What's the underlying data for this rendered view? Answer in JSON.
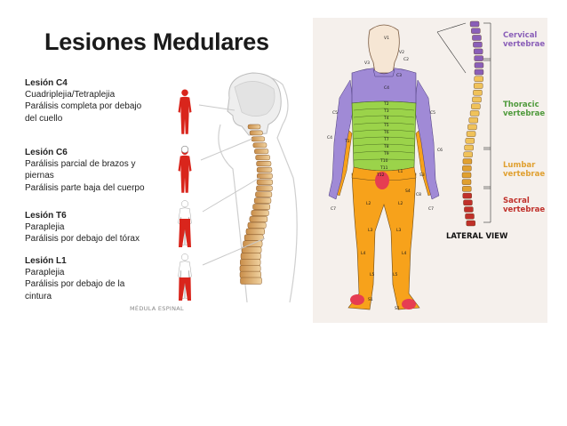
{
  "slide": {
    "title": "Lesiones Medulares",
    "lesions": [
      {
        "name": "Lesión C4",
        "lines": [
          "Cuadriplejia/Tetraplejia",
          "Parálisis completa por debajo",
          "del cuello"
        ]
      },
      {
        "name": "Lesión C6",
        "lines": [
          "Parálisis parcial de brazos y",
          "piernas",
          "Parálisis parte baja del cuerpo"
        ]
      },
      {
        "name": "Lesión T6",
        "lines": [
          "Paraplejia",
          "Parálisis por debajo del tórax"
        ]
      },
      {
        "name": "Lesión L1",
        "lines": [
          "Paraplejia",
          "Parálisis por debajo de la",
          "cintura"
        ]
      }
    ],
    "left_caption": "MÉDULA ESPINAL"
  },
  "dermatome": {
    "legend": [
      {
        "label": "Cervical",
        "sub": "vertebrae",
        "color": "#8a5fb8"
      },
      {
        "label": "Thoracic",
        "sub": "vertebrae",
        "color": "#4f9a3c"
      },
      {
        "label": "Lumbar",
        "sub": "vertebrae",
        "color": "#e0a030"
      },
      {
        "label": "Sacral",
        "sub": "vertebrae",
        "color": "#c0302a"
      }
    ],
    "lateral_view": "LATERAL VIEW",
    "labels": {
      "v1": "V1",
      "v2": "V2",
      "v3": "V3",
      "c2": "C2",
      "c3": "C3",
      "c4": "C4",
      "t2": "T2",
      "t3": "T3",
      "t4": "T4",
      "t5": "T5",
      "t6": "T6",
      "t7": "T7",
      "t8": "T8",
      "t9": "T9",
      "t10": "T10",
      "t11": "T11",
      "t12": "T12",
      "c5": "C5",
      "c6": "C6",
      "c7": "C7",
      "c8": "C8",
      "t1": "T1",
      "l1": "L1",
      "l2": "L2",
      "l3": "L3",
      "l4": "L4",
      "l5": "L5",
      "s1": "S1",
      "s2": "S2",
      "s3": "S3",
      "s4": "S4",
      "s5": "S5",
      "cx": "Cx"
    }
  },
  "colors": {
    "red": "#d9251c",
    "purple": "#a08ad6",
    "green": "#9bd34a",
    "orange": "#f7a21b",
    "pink": "#e63d52",
    "background_panel": "#f5f0ec"
  }
}
